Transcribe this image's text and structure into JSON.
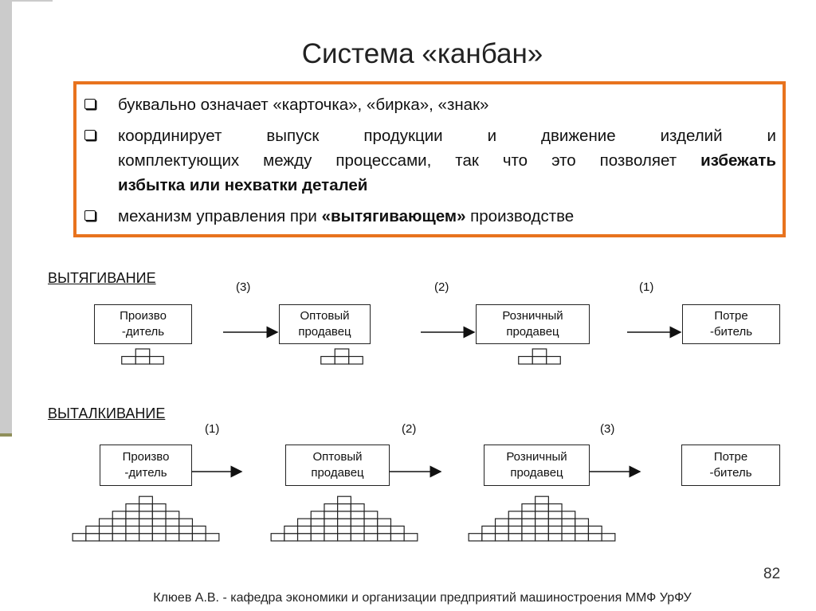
{
  "title": "Система «канбан»",
  "bullets": [
    {
      "parts": [
        "буквально означает «карточка», «бирка», «знак»"
      ]
    },
    {
      "line1": "координирует выпуск продукции и движение изделий и",
      "line2_a": "комплектующих между процессами, так что это позволяет ",
      "line2_b": "избежать",
      "line3_b": "избытка или нехватки деталей"
    },
    {
      "a": "механизм управления при ",
      "b": "«вытягивающем»",
      "c": " производстве"
    }
  ],
  "pull": {
    "heading": "ВЫТЯГИВАНИЕ",
    "nodes": [
      "Произво\n-дитель",
      "Оптовый\nпродавец",
      "Розничный\nпродавец",
      "Потре\n-битель"
    ],
    "steps": [
      "(3)",
      "(2)",
      "(1)"
    ],
    "stock_rows": 2
  },
  "push": {
    "heading": "ВЫТАЛКИВАНИЕ",
    "nodes": [
      "Произво\n-дитель",
      "Оптовый\nпродавец",
      "Розничный\nпродавец",
      "Потре\n-битель"
    ],
    "steps": [
      "(1)",
      "(2)",
      "(3)"
    ],
    "stock_rows": 6
  },
  "page_number": "82",
  "footer": "Клюев А.В. - кафедра  экономики и организации предприятий машиностроения  ММФ УрФУ"
}
